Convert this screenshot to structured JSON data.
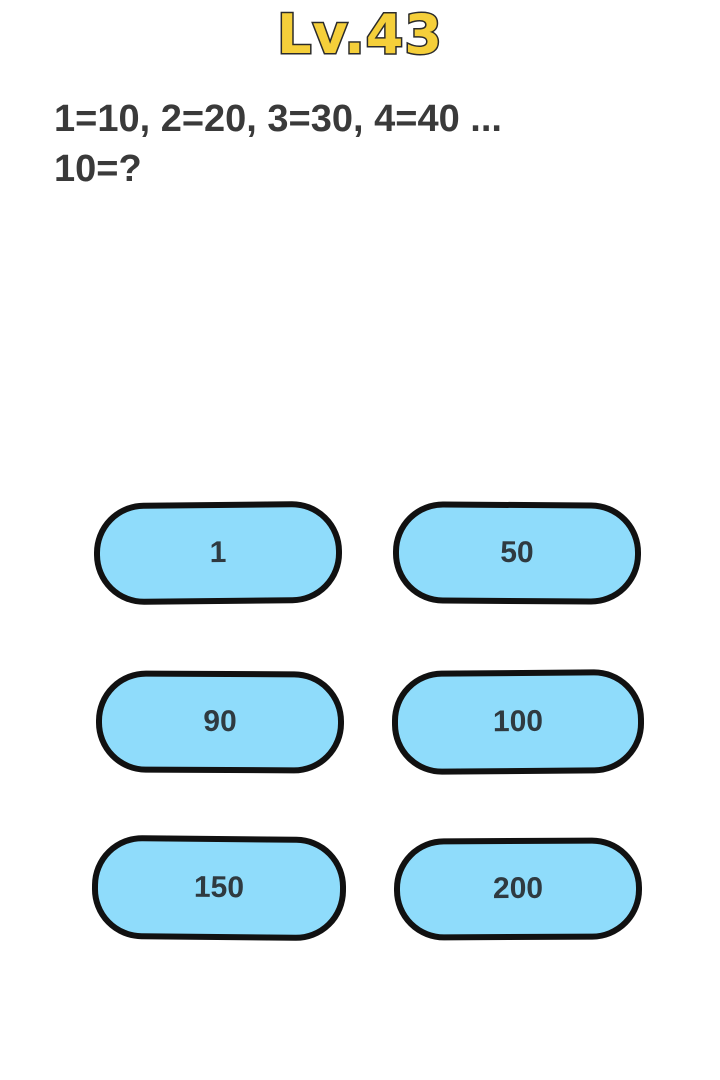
{
  "level": {
    "title": "Lv.43"
  },
  "question": {
    "line1": "1=10, 2=20, 3=30, 4=40 ...",
    "line2": "10=?"
  },
  "answers": [
    {
      "label": "1"
    },
    {
      "label": "50"
    },
    {
      "label": "90"
    },
    {
      "label": "100"
    },
    {
      "label": "150"
    },
    {
      "label": "200"
    }
  ],
  "colors": {
    "title_fill": "#f5cf3a",
    "button_fill": "#8fdcfb",
    "outline": "#111111",
    "text": "#3a3a3a"
  }
}
